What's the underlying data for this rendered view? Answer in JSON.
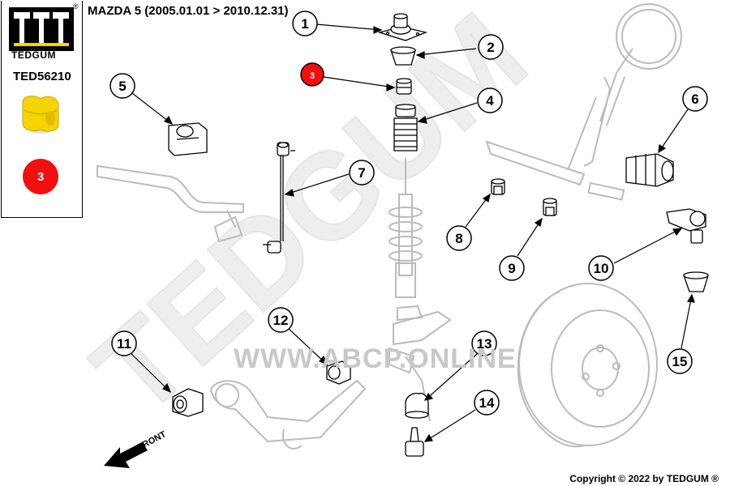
{
  "brand": {
    "name": "TEDGUM",
    "registered_mark": "®"
  },
  "part_number": "TED56210",
  "highlight_badge": "3",
  "title": "MAZDA 5 (2005.01.01 > 2010.12.31)",
  "watermark_text": "WWW.ABCP.ONLINE",
  "big_watermark": "TEDGUM",
  "front_label": "FRONT",
  "copyright": "Copyright © 2022 by TEDGUM ®",
  "callouts": [
    "1",
    "2",
    "3",
    "4",
    "5",
    "6",
    "7",
    "8",
    "9",
    "10",
    "11",
    "12",
    "13",
    "14",
    "15"
  ],
  "colors": {
    "highlight_red": "#f20f0f",
    "bumper_yellow": "#f5d400",
    "line_gray": "#aaaaaa"
  }
}
